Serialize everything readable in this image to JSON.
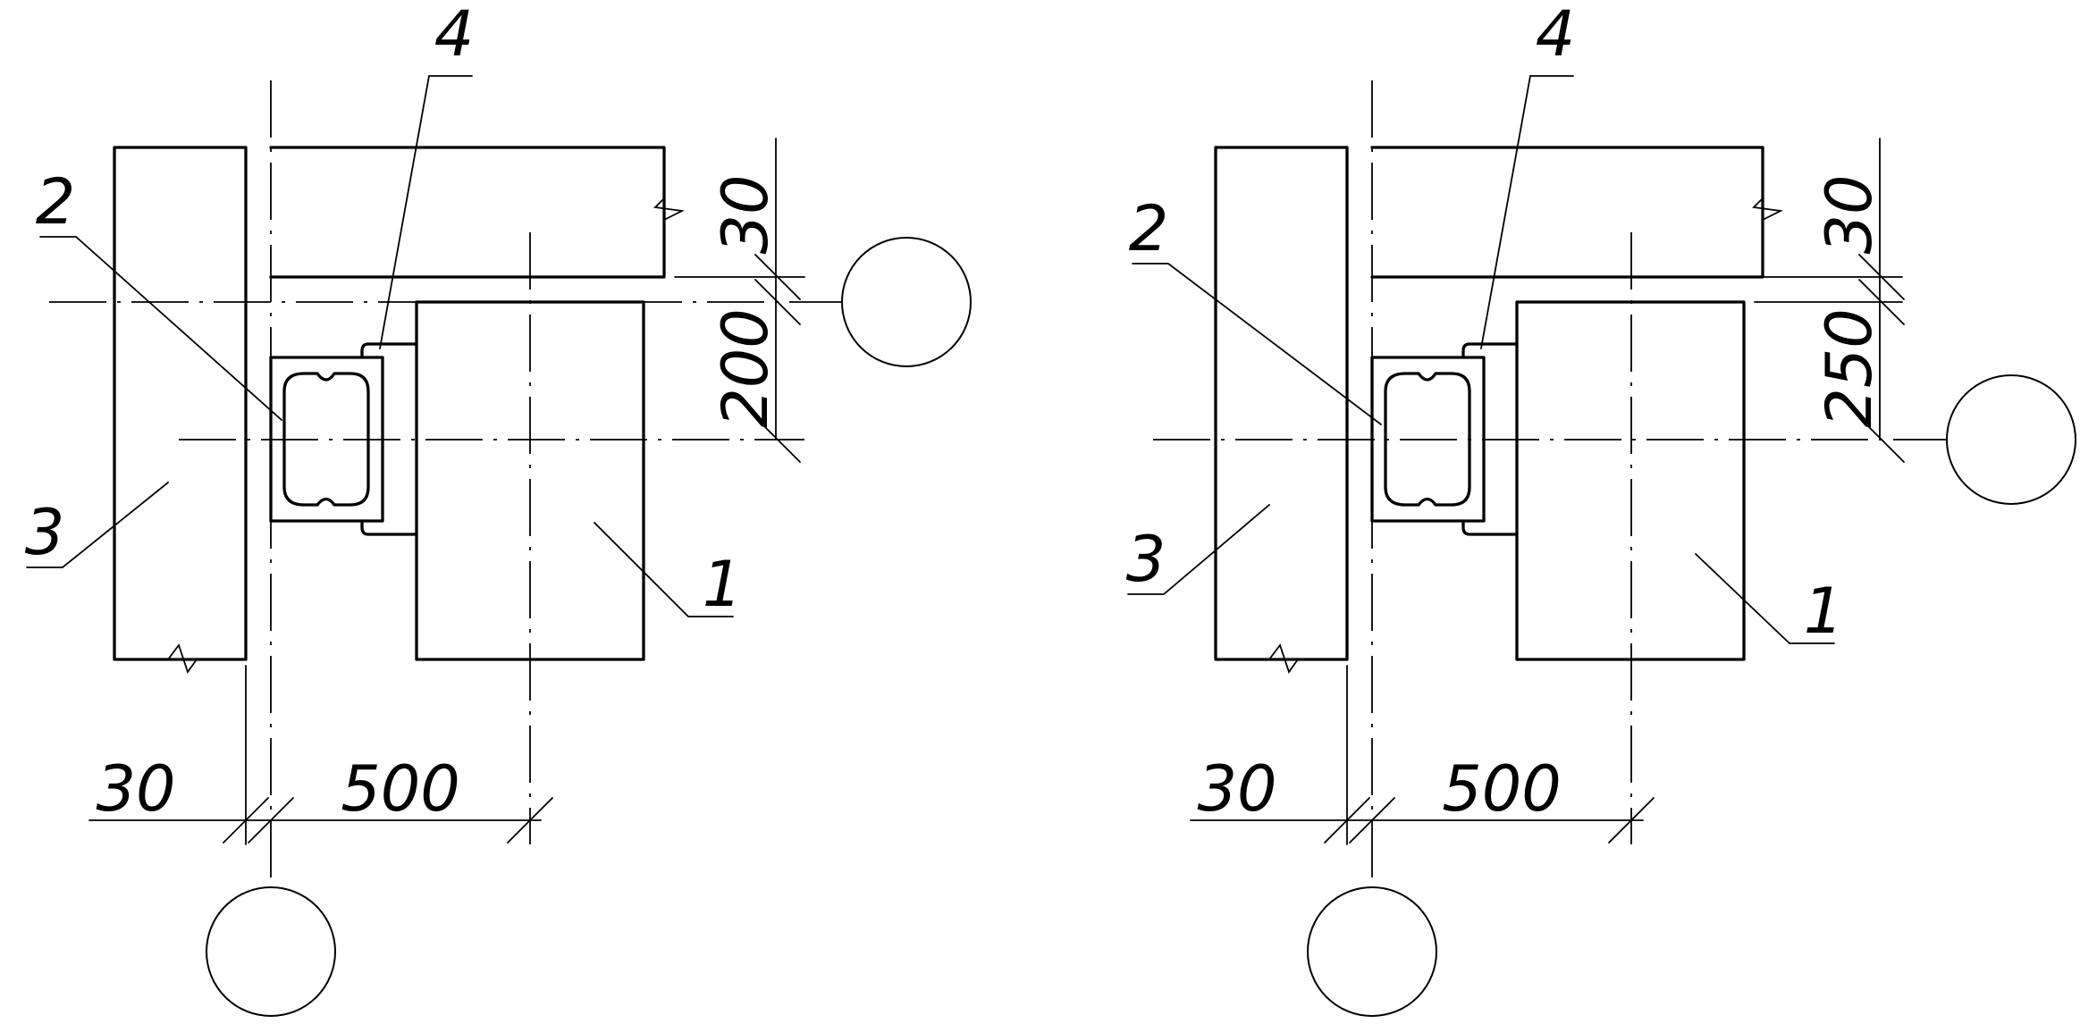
{
  "details": [
    {
      "dimensions": {
        "width_left": "30",
        "width_right": "500",
        "height_top": "30",
        "height_bottom": "200"
      },
      "callouts": [
        "1",
        "2",
        "3",
        "4"
      ]
    },
    {
      "dimensions": {
        "width_left": "30",
        "width_right": "500",
        "height_top": "30",
        "height_bottom": "250"
      },
      "callouts": [
        "1",
        "2",
        "3",
        "4"
      ]
    }
  ]
}
